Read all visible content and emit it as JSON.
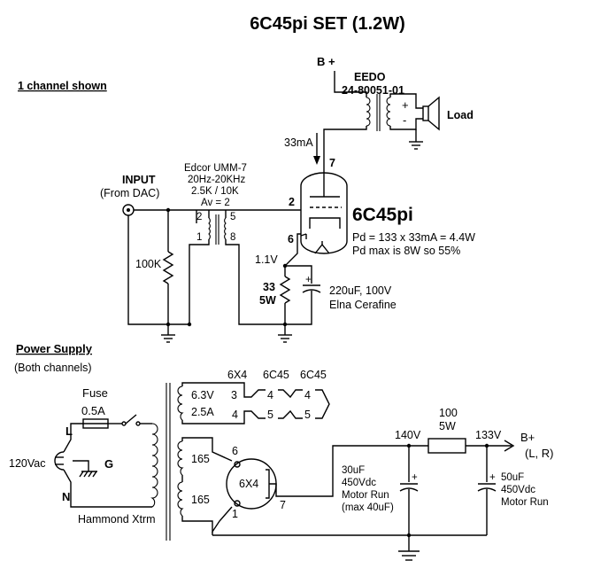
{
  "title": "6C45pi SET (1.2W)",
  "channel_note": "1 channel shown",
  "supply": {
    "b_plus_top": "B +",
    "eedo_brand": "EEDO",
    "eedo_part": "24-80051-01",
    "plus": "+",
    "minus": "-",
    "load": "Load",
    "plate_current": "33mA",
    "pin7": "7"
  },
  "input": {
    "label": "INPUT",
    "source": "(From DAC)",
    "resistor": "100K"
  },
  "transformer": {
    "name": "Edcor UMM-7",
    "freq": "20Hz-20KHz",
    "ratio": "2.5K / 10K",
    "gain": "Av = 2",
    "pin2": "2",
    "pin5": "5",
    "pin1": "1",
    "pin8": "8"
  },
  "tube": {
    "grid_pin": "2",
    "cathode_pin": "6",
    "name": "6C45pi",
    "pd": "Pd = 133 x 33mA = 4.4W",
    "pd_max": "Pd max is 8W so 55%"
  },
  "cathode": {
    "voltage": "1.1V",
    "r_value": "33",
    "r_watt": "5W",
    "cap_value": "220uF, 100V",
    "cap_type": "Elna Cerafine",
    "cap_plus": "+"
  },
  "power_supply": {
    "title": "Power Supply",
    "note": "(Both channels)",
    "fuse": "Fuse",
    "fuse_rating": "0.5A",
    "mains": "120Vac",
    "l": "L",
    "g": "G",
    "n": "N",
    "xfmr": "Hammond Xtrm",
    "heater_v": "6.3V",
    "heater_a": "2.5A",
    "hv1": "165",
    "hv2": "165",
    "sock1": "6X4",
    "sock2": "6C45",
    "sock3": "6C45",
    "p3": "3",
    "p4a": "4",
    "p4b": "4",
    "p5a": "5",
    "p4c": "4",
    "p5b": "5",
    "rect": "6X4",
    "r6": "6",
    "r1": "1",
    "r7": "7",
    "cap1_value": "30uF",
    "cap1_volt": "450Vdc",
    "cap1_type": "Motor Run",
    "cap1_max": "(max 40uF)",
    "v140": "140V",
    "r_value": "100",
    "r_watt": "5W",
    "v133": "133V",
    "bplus": "B+",
    "lr": "(L, R)",
    "cap2_value": "50uF",
    "cap2_volt": "450Vdc",
    "cap2_type": "Motor Run",
    "plus": "+"
  }
}
